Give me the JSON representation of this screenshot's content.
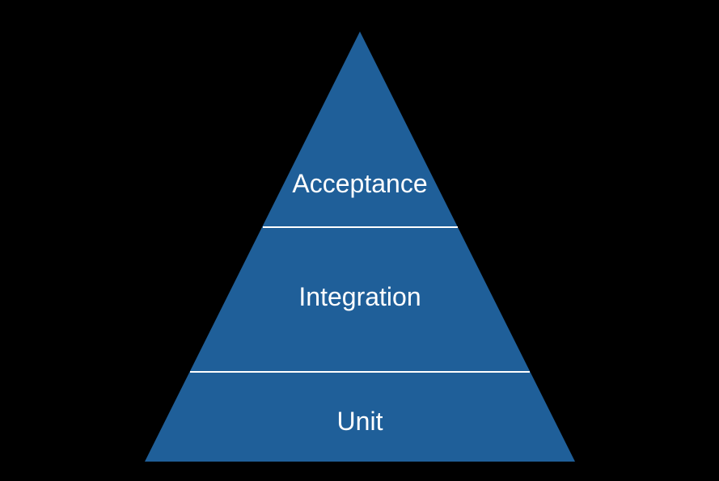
{
  "colors": {
    "background": "#000000",
    "pyramid_fill": "#1f5f99",
    "divider": "#ffffff",
    "text": "#ffffff"
  },
  "tiers": [
    {
      "label": "Acceptance"
    },
    {
      "label": "Integration"
    },
    {
      "label": "Unit"
    }
  ]
}
